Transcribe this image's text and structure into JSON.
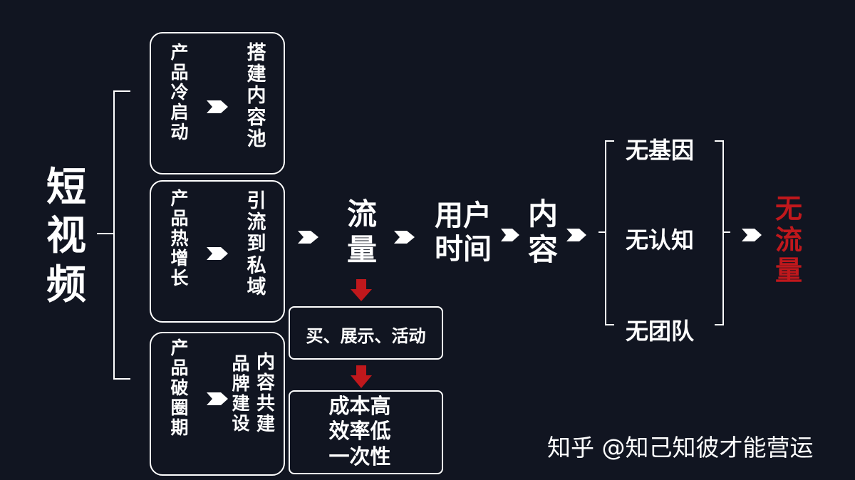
{
  "root_label": [
    "短",
    "视",
    "频"
  ],
  "stage_boxes": [
    {
      "left": [
        "产",
        "品",
        "冷",
        "启",
        "动"
      ],
      "right": [
        "搭",
        "建",
        "内",
        "容",
        "池"
      ]
    },
    {
      "left": [
        "产",
        "品",
        "热",
        "增",
        "长"
      ],
      "right": [
        "引",
        "流",
        "到",
        "私",
        "域"
      ]
    },
    {
      "left": [
        "产",
        "品",
        "破",
        "圈",
        "期"
      ],
      "right_col1": [
        "品",
        "牌",
        "建",
        "设"
      ],
      "right_col2": [
        "内",
        "容",
        "共",
        "建"
      ]
    }
  ],
  "flow": {
    "traffic": [
      "流",
      "量"
    ],
    "user_time_line1": "用户",
    "user_time_line2": "时间",
    "content": [
      "内",
      "容"
    ]
  },
  "traffic_methods": "买、展示、活动",
  "traffic_problems": [
    "成本高",
    "效率低",
    "一次性"
  ],
  "lacks": [
    "无基因",
    "无认知",
    "无团队"
  ],
  "result": [
    "无",
    "流",
    "量"
  ],
  "watermark": "知乎 @知己知彼才能营运",
  "colors": {
    "background": "#111521",
    "accent_red": "#c0181c",
    "text": "#ffffff"
  }
}
